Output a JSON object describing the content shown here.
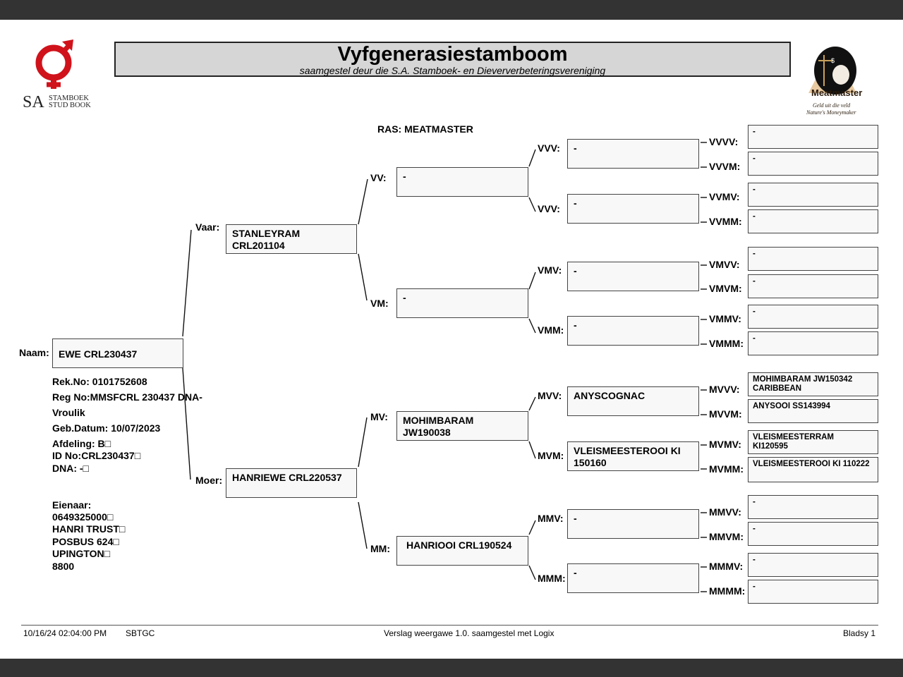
{
  "header": {
    "title": "Vyfgenerasiestamboom",
    "subtitle": "saamgestel deur die S.A. Stamboek- en Dieververbeteringsvereniging",
    "left_logo": {
      "text_sa": "SA",
      "text_line1": "STAMBOEK",
      "text_line2": "STUD BOOK",
      "icon": "gender-symbol-logo"
    },
    "right_logo": {
      "brand": "Meatmaster",
      "tagline1": "Geld uit die veld",
      "tagline2": "Nature's Moneymaker",
      "icon": "scales-sheep-logo"
    }
  },
  "ras": "RAS: MEATMASTER",
  "animal": {
    "label": "Naam:",
    "name": "EWE CRL230437",
    "details": [
      "Rek.No: 0101752608",
      "Reg No:MMSFCRL 230437 DNA-",
      "Vroulik",
      "Geb.Datum: 10/07/2023",
      "Afdeling: B□",
      "ID No:CRL230437□",
      "DNA: -□"
    ],
    "owner": [
      "Eienaar:",
      "0649325000□",
      "HANRI TRUST□",
      "POSBUS 624□",
      "UPINGTON□",
      "8800"
    ]
  },
  "gen1": {
    "vaar": {
      "label": "Vaar:",
      "value": "STANLEYRAM\nCRL201104"
    },
    "moer": {
      "label": "Moer:",
      "value": "HANRIEWE CRL220537"
    }
  },
  "gen2": {
    "vv": {
      "label": "VV:",
      "value": "-"
    },
    "vm": {
      "label": "VM:",
      "value": "-"
    },
    "mv": {
      "label": "MV:",
      "value": "MOHIMBARAM\nJW190038"
    },
    "mm": {
      "label": "MM:",
      "value": "HANRIOOI CRL190524"
    }
  },
  "gen3": {
    "vvv": {
      "label": "VVV:",
      "value": "-"
    },
    "vvm": {
      "label": "VVV:",
      "value": "-"
    },
    "vmv": {
      "label": "VMV:",
      "value": "-"
    },
    "vmm": {
      "label": "VMM:",
      "value": "-"
    },
    "mvv": {
      "label": "MVV:",
      "value": "ANYSCOGNAC"
    },
    "mvm": {
      "label": "MVM:",
      "value": "VLEISMEESTEROOI KI\n150160"
    },
    "mmv": {
      "label": "MMV:",
      "value": "-"
    },
    "mmm": {
      "label": "MMM:",
      "value": "-"
    }
  },
  "gen4": {
    "vvvv": {
      "label": "VVVV:",
      "value": "-"
    },
    "vvvm": {
      "label": "VVVM:",
      "value": "-"
    },
    "vvmv": {
      "label": "VVMV:",
      "value": "-"
    },
    "vvmm": {
      "label": "VVMM:",
      "value": "-"
    },
    "vmvv": {
      "label": "VMVV:",
      "value": "-"
    },
    "vmvm": {
      "label": "VMVM:",
      "value": "-"
    },
    "vmmv": {
      "label": "VMMV:",
      "value": "-"
    },
    "vmmm": {
      "label": "VMMM:",
      "value": "-"
    },
    "mvvv": {
      "label": "MVVV:",
      "value": "MOHIMBARAM JW150342\nCARIBBEAN"
    },
    "mvvm": {
      "label": "MVVM:",
      "value": "ANYSOOI SS143994"
    },
    "mvmv": {
      "label": "MVMV:",
      "value": "VLEISMEESTERRAM\nKI120595"
    },
    "mvmm": {
      "label": "MVMM:",
      "value": "VLEISMEESTEROOI KI 110222"
    },
    "mmvv": {
      "label": "MMVV:",
      "value": "-"
    },
    "mmvm": {
      "label": "MMVM:",
      "value": "-"
    },
    "mmmv": {
      "label": "MMMV:",
      "value": "-"
    },
    "mmmm": {
      "label": "MMMM:",
      "value": "-"
    }
  },
  "footer": {
    "datetime": "10/16/24 02:04:00 PM",
    "code": "SBTGC",
    "center": "Verslag weergawe 1.0. saamgestel met Logix",
    "page": "Bladsy 1"
  }
}
